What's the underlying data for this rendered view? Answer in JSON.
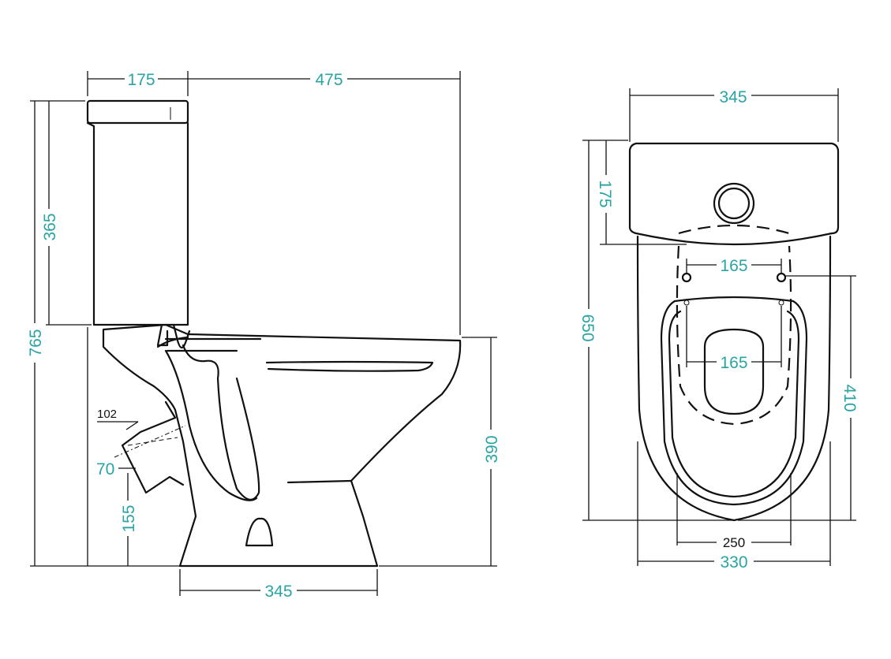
{
  "colors": {
    "dimension_text": "#2aa3a3",
    "line": "#111111",
    "background": "#ffffff"
  },
  "side_view": {
    "dims": {
      "tank_depth": "175",
      "overall_depth": "475",
      "tank_height": "365",
      "overall_height": "765",
      "outlet_diameter": "102",
      "outlet_inner": "70",
      "outlet_height": "155",
      "bowl_height": "390",
      "base_width": "345"
    }
  },
  "top_view": {
    "dims": {
      "tank_width": "345",
      "tank_depth": "175",
      "overall_length": "650",
      "hinge_spacing": "165",
      "fixing_spacing": "165",
      "hinge_to_front": "410",
      "seat_width": "250",
      "bowl_width": "330"
    }
  }
}
